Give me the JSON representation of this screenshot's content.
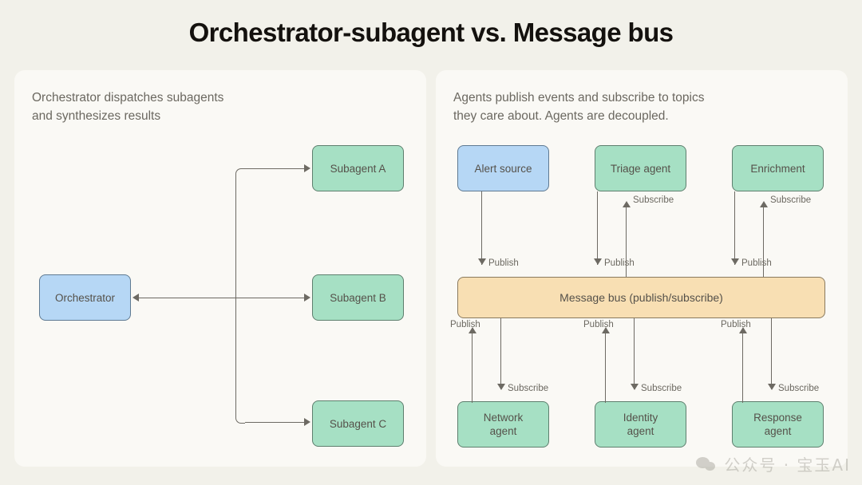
{
  "title": "Orchestrator-subagent vs. Message bus",
  "colors": {
    "background": "#f2f1ea",
    "panel": "#faf9f5",
    "green_fill": "#a6e0c4",
    "blue_fill": "#b6d7f5",
    "bus_fill": "#f8dfb3",
    "line": "#6d6a63",
    "title_text": "#14110e",
    "body_text": "#6b6860"
  },
  "left_panel": {
    "caption": "Orchestrator dispatches subagents\nand synthesizes results",
    "orchestrator": {
      "label": "Orchestrator"
    },
    "subagents": [
      {
        "label": "Subagent A"
      },
      {
        "label": "Subagent B"
      },
      {
        "label": "Subagent C"
      }
    ]
  },
  "right_panel": {
    "caption": "Agents publish events and subscribe to topics\nthey care about. Agents are decoupled.",
    "bus": {
      "label": "Message bus (publish/subscribe)"
    },
    "top_nodes": [
      {
        "label": "Alert source",
        "color": "blue",
        "publish": "Publish",
        "subscribe": null
      },
      {
        "label": "Triage agent",
        "color": "green",
        "publish": "Publish",
        "subscribe": "Subscribe"
      },
      {
        "label": "Enrichment",
        "color": "green",
        "publish": "Publish",
        "subscribe": "Subscribe"
      }
    ],
    "bottom_nodes": [
      {
        "label": "Network\nagent",
        "color": "green",
        "publish": "Publish",
        "subscribe": "Subscribe"
      },
      {
        "label": "Identity\nagent",
        "color": "green",
        "publish": "Publish",
        "subscribe": "Subscribe"
      },
      {
        "label": "Response\nagent",
        "color": "green",
        "publish": "Publish",
        "subscribe": "Subscribe"
      }
    ]
  },
  "watermark": {
    "text": "公众号 · 宝玉AI",
    "icon": "wechat-icon"
  }
}
